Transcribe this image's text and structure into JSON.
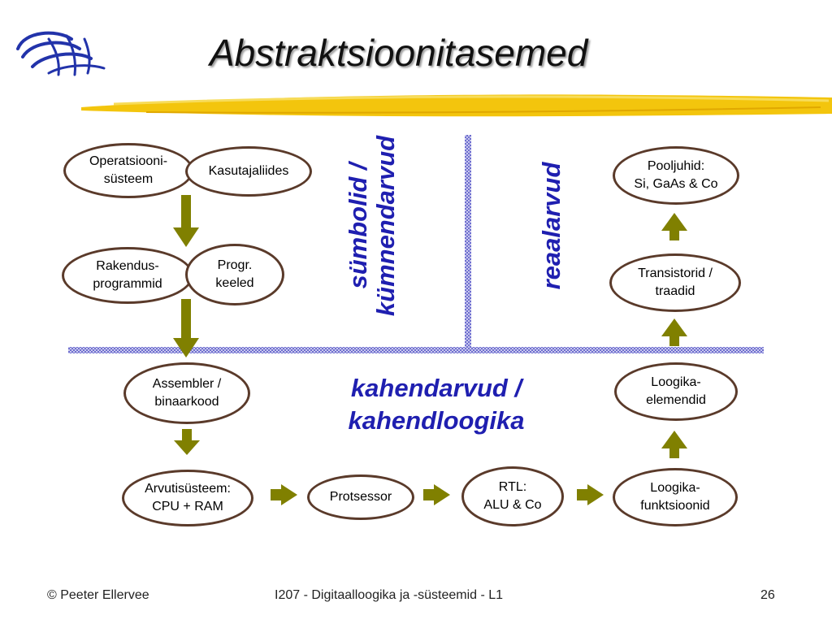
{
  "title": "Abstraktsioonitasemed",
  "nodes": {
    "operatsioonisusteem": "Operatsiooni-\nsüsteem",
    "kasutajaliides": "Kasutajaliides",
    "rakendusprogrammid": "Rakendus-\nprogrammid",
    "progr_keeled": "Progr.\nkeeled",
    "assembler": "Assembler /\nbinaarkood",
    "arvutisusteem": "Arvutisüsteem:\nCPU + RAM",
    "protsessor": "Protsessor",
    "rtl": "RTL:\nALU & Co",
    "loogikafunktsioonid": "Loogika-\nfunktsioonid",
    "loogikaelemendid": "Loogika-\nelemendid",
    "transistorid": "Transistorid /\ntraadid",
    "pooljuhid": "Pooljuhid:\nSi, GaAs & Co"
  },
  "labels": {
    "symbolid": "sümbolid /\nkümnendarvud",
    "reaalarvud": "reaalarvud",
    "kahendarvud": "kahendarvud /\nkahendloogika"
  },
  "footer": {
    "author": "© Peeter Ellervee",
    "course": "I207 - Digitaalloogika ja -süsteemid - L1",
    "page": "26"
  },
  "colors": {
    "title_text": "#111111",
    "node_border": "#5a3a2a",
    "arrow": "#808000",
    "divider": "#8c8cd8",
    "label_text": "#1f1fb0",
    "highlight_stroke": "#f2c200"
  }
}
